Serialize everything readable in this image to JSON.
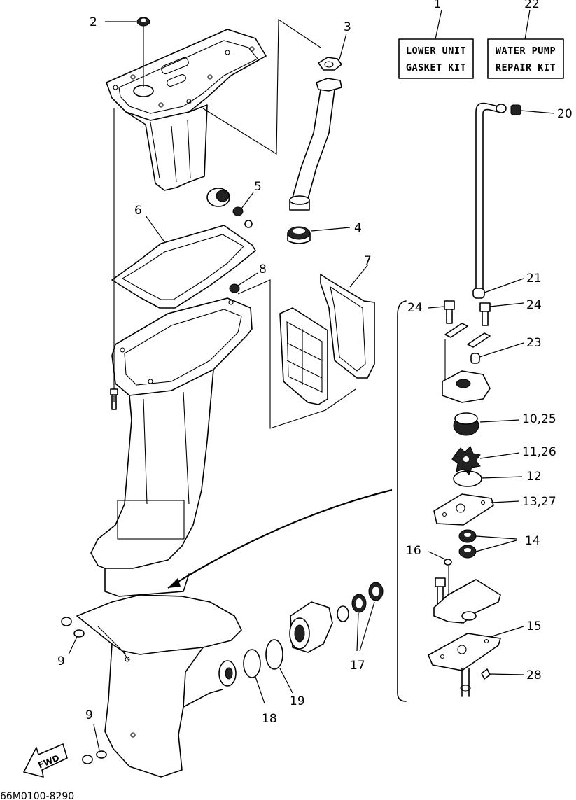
{
  "kits": {
    "lower_unit": {
      "number": "1",
      "line1": "LOWER UNIT",
      "line2": "GASKET KIT"
    },
    "water_pump": {
      "number": "22",
      "line1": "WATER PUMP",
      "line2": "REPAIR KIT"
    }
  },
  "callouts": {
    "p2": "2",
    "p3": "3",
    "p4": "4",
    "p5": "5",
    "p6": "6",
    "p7": "7",
    "p8": "8",
    "p9a": "9",
    "p9b": "9",
    "p10_25": "10,25",
    "p11_26": "11,26",
    "p12": "12",
    "p13_27": "13,27",
    "p14": "14",
    "p15": "15",
    "p16": "16",
    "p17": "17",
    "p18": "18",
    "p19": "19",
    "p20": "20",
    "p21": "21",
    "p23": "23",
    "p24a": "24",
    "p24b": "24",
    "p28": "28"
  },
  "fwd_label": "FWD",
  "diagram_code": "66M0100-8290"
}
